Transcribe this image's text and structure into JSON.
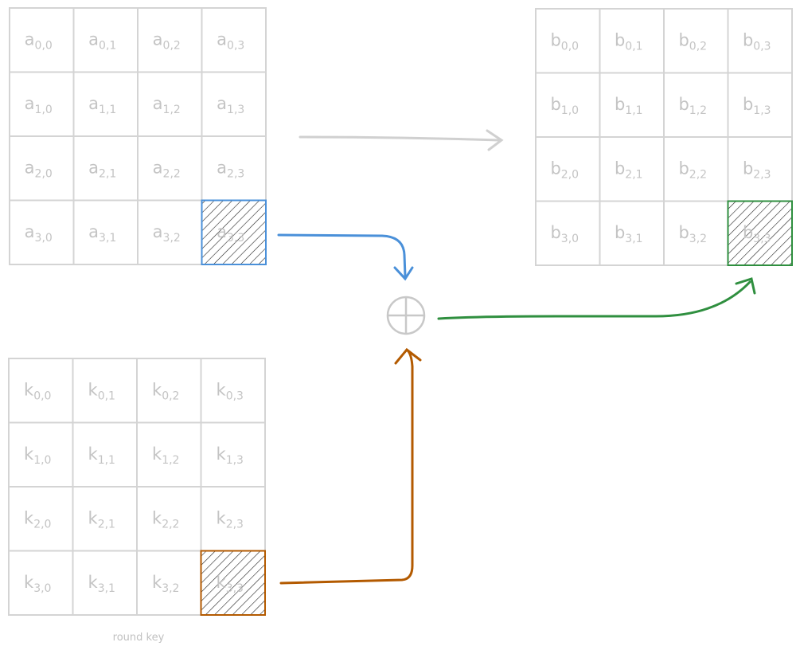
{
  "matrices": {
    "state": {
      "letter": "a",
      "highlight": [
        3,
        3
      ],
      "color": "#4a90d9"
    },
    "output": {
      "letter": "b",
      "highlight": [
        3,
        3
      ],
      "color": "#2f8f3f"
    },
    "key": {
      "letter": "k",
      "highlight": [
        3,
        3
      ],
      "color": "#b35a00",
      "caption": "round key"
    }
  },
  "operator": {
    "symbol": "xor-icon",
    "color": "#c8c8c8"
  },
  "arrows": {
    "main": {
      "color": "#d0d0d0"
    },
    "state_to_xor": {
      "color": "#4a90d9"
    },
    "key_to_xor": {
      "color": "#b35a00"
    },
    "xor_to_output": {
      "color": "#2f8f3f"
    }
  }
}
